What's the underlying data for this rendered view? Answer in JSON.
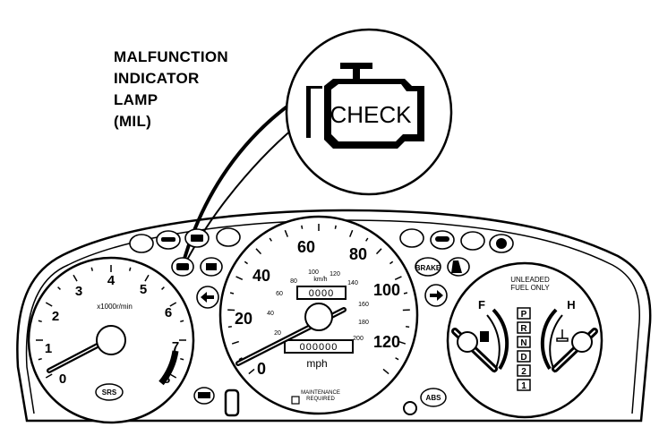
{
  "callout": {
    "lines": [
      "MALFUNCTION",
      "INDICATOR",
      "LAMP",
      "(MIL)"
    ],
    "lamp_text": "CHECK"
  },
  "tachometer": {
    "numbers": [
      "0",
      "1",
      "2",
      "3",
      "4",
      "5",
      "6",
      "7",
      "8"
    ],
    "unit": "x1000r/min",
    "srs": "SRS"
  },
  "speedometer": {
    "mph_numbers": [
      "0",
      "20",
      "40",
      "60",
      "80",
      "100",
      "120"
    ],
    "kmh_numbers": [
      "20",
      "40",
      "60",
      "80",
      "100",
      "120",
      "140",
      "160",
      "180",
      "200"
    ],
    "kmh_unit": "km/h",
    "mph_unit": "mph",
    "odometer": "000000",
    "trip": "0000",
    "maintenance_line1": "MAINTENANCE",
    "maintenance_line2": "REQUIRED"
  },
  "fuel_temp_gauge": {
    "label_line1": "UNLEADED",
    "label_line2": "FUEL ONLY",
    "fuel_full": "F",
    "temp_hot": "H",
    "gear_positions": [
      "P",
      "R",
      "N",
      "D",
      "2",
      "1"
    ]
  },
  "indicators": {
    "brake": "BRAKE",
    "abs": "ABS"
  }
}
